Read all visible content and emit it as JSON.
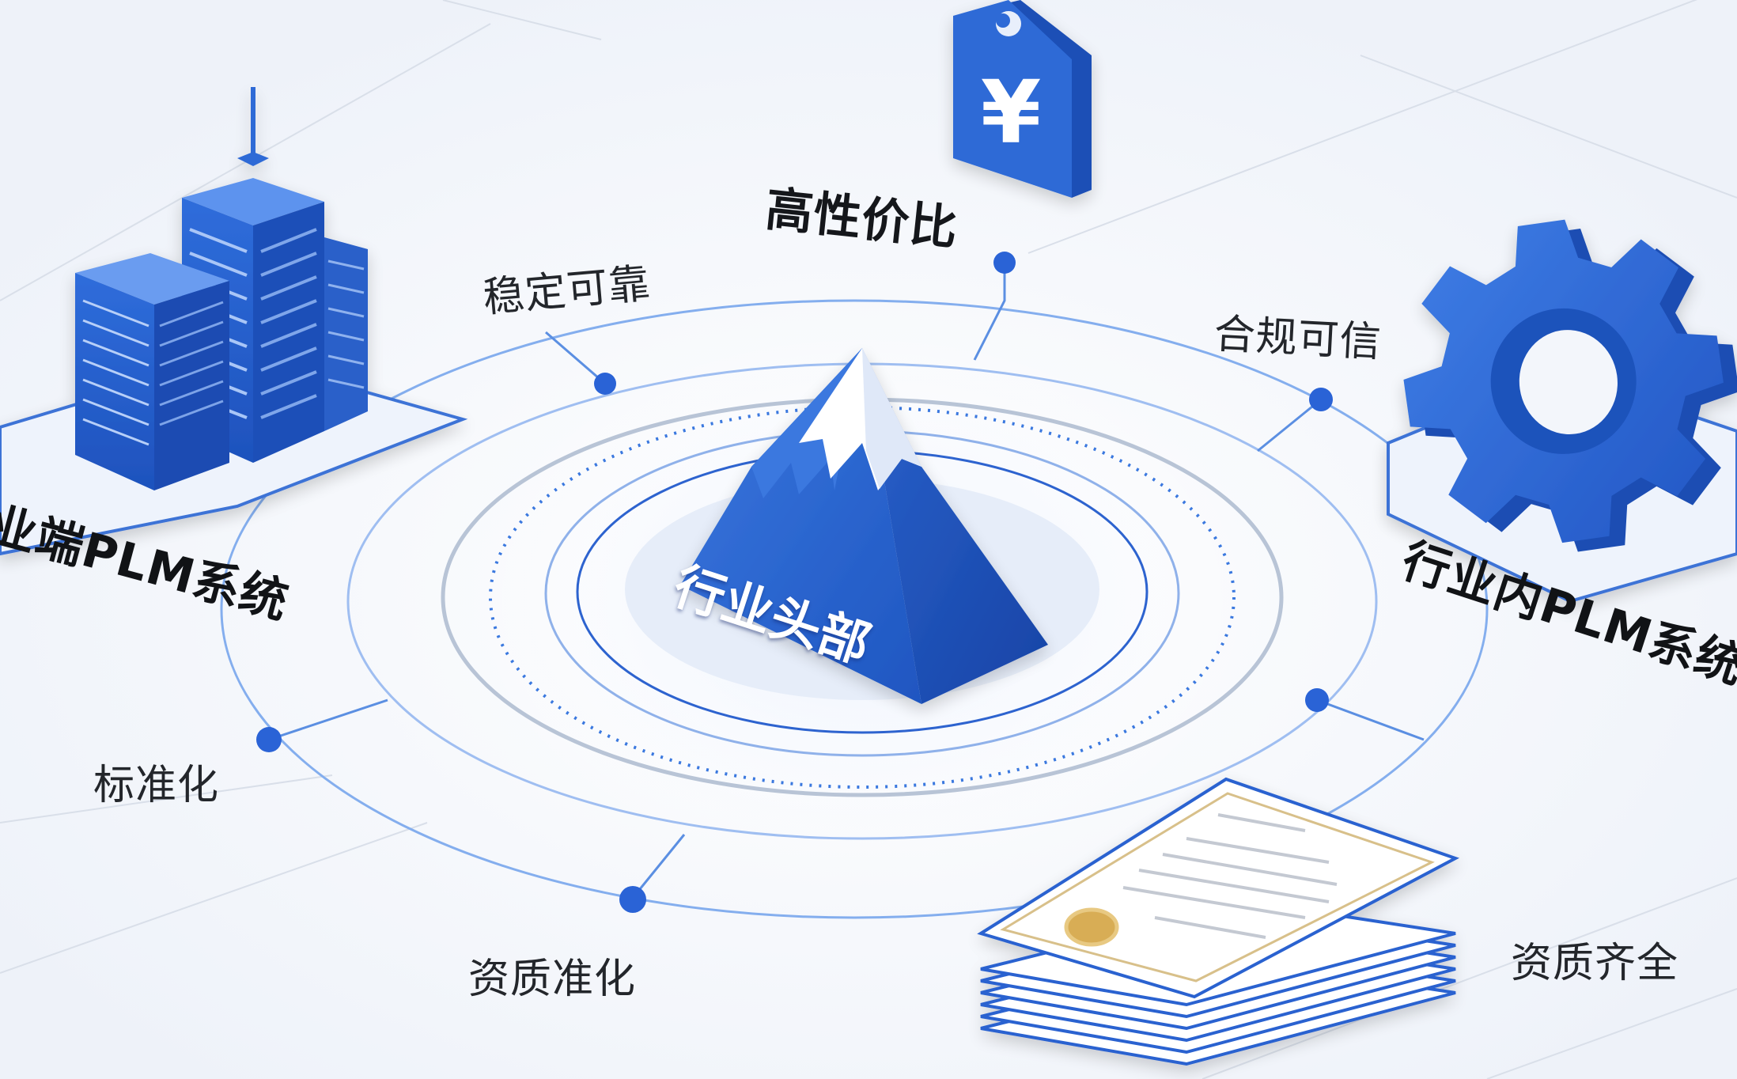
{
  "center": {
    "label": "行业头部"
  },
  "labels": {
    "top": "高性价比",
    "upper_left": "稳定可靠",
    "upper_right": "合规可信",
    "left_system": "业端PLM系统",
    "right_system": "行业内PLM系统",
    "left": "标准化",
    "bottom": "资质准化",
    "bottom_right": "资质齐全"
  },
  "icons": {
    "top": "price-tag-yen-icon",
    "left": "office-buildings-icon",
    "right": "gear-icon",
    "bottom_right": "certificate-stack-icon",
    "center": "mountain-peak-icon"
  },
  "price_tag_symbol": "¥",
  "colors": {
    "primary": "#2d6ad6",
    "primary_dark": "#1a4fb5",
    "primary_light": "#4f8ae6",
    "ring": "#7aa7ea",
    "background": "#f3f6fb",
    "text": "#1d1f24"
  }
}
